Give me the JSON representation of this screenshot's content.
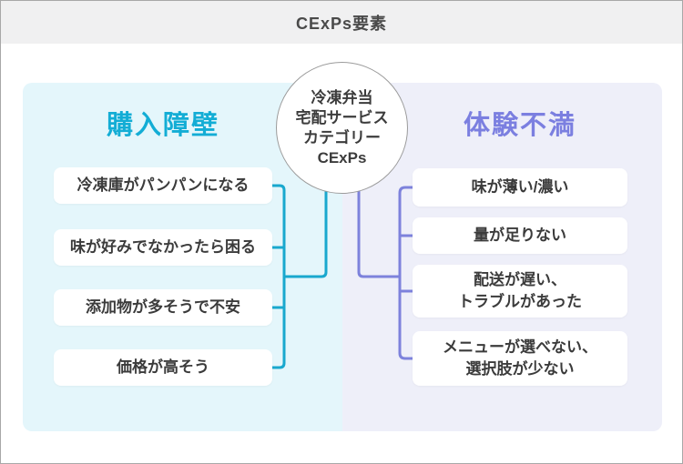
{
  "title": "CExPs要素",
  "center_node": {
    "lines": [
      "冷凍弁当",
      "宅配サービス",
      "カテゴリー",
      "CExPs"
    ]
  },
  "left_branch": {
    "title": "購入障壁",
    "accent_color": "#13add5",
    "line_color": "#19a8ce",
    "bg_color": "#e4f6fb",
    "items": [
      {
        "lines": [
          "冷凍庫がパンパンになる"
        ]
      },
      {
        "lines": [
          "味が好みでなかったら困る"
        ]
      },
      {
        "lines": [
          "添加物が多そうで不安"
        ]
      },
      {
        "lines": [
          "価格が高そう"
        ]
      }
    ]
  },
  "right_branch": {
    "title": "体験不満",
    "accent_color": "#7b7fe0",
    "line_color": "#7d82dc",
    "bg_color": "#eeeff9",
    "items": [
      {
        "lines": [
          "味が薄い/濃い"
        ]
      },
      {
        "lines": [
          "量が足りない"
        ]
      },
      {
        "lines": [
          "配送が遅い、",
          "トラブルがあった"
        ]
      },
      {
        "lines": [
          "メニューが選べない、",
          "選択肢が少ない"
        ]
      }
    ]
  }
}
